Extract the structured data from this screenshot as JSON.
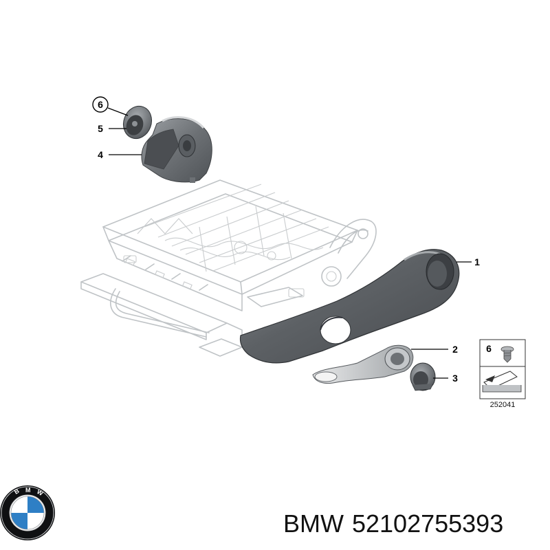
{
  "callouts": [
    {
      "number": "1"
    },
    {
      "number": "2"
    },
    {
      "number": "3"
    },
    {
      "number": "4"
    },
    {
      "number": "5"
    },
    {
      "number": "6"
    }
  ],
  "legend": {
    "part_number": "6",
    "code": "252041"
  },
  "logo": {
    "name": "bmw-logo",
    "letters": "BMW",
    "colors": {
      "blue": "#2e7fc5",
      "white": "#ffffff",
      "ring": "#111111"
    }
  },
  "caption": {
    "brand": "BMW",
    "part_number": "52102755393"
  },
  "colors": {
    "panel_dark": "#5b5f63",
    "panel_mid": "#7c8084",
    "frame_line": "#bfc3c6"
  }
}
